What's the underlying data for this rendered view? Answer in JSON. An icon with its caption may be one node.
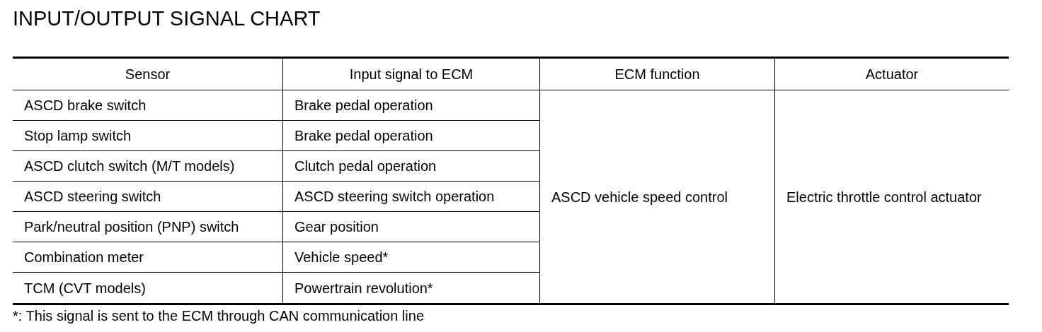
{
  "diagram": {
    "title": "INPUT/OUTPUT SIGNAL CHART",
    "caption": "*: This signal is sent to the ECM through CAN communication line",
    "labels": [
      "Sensor",
      "Input signal to ECM",
      "ECM function",
      "Actuator",
      "ASCD brake switch",
      "Brake pedal operation",
      "ASCD vehicle speed control",
      "Electric throttle control actuator",
      "Stop lamp switch",
      "Brake pedal operation",
      "ASCD clutch switch (M/T models)",
      "Clutch pedal operation",
      "ASCD steering switch",
      "ASCD steering switch operation",
      "Park/neutral position (PNP) switch",
      "Gear position",
      "Combination meter",
      "Vehicle speed*",
      "TCM (CVT models)",
      "Powertrain revolution*"
    ]
  }
}
